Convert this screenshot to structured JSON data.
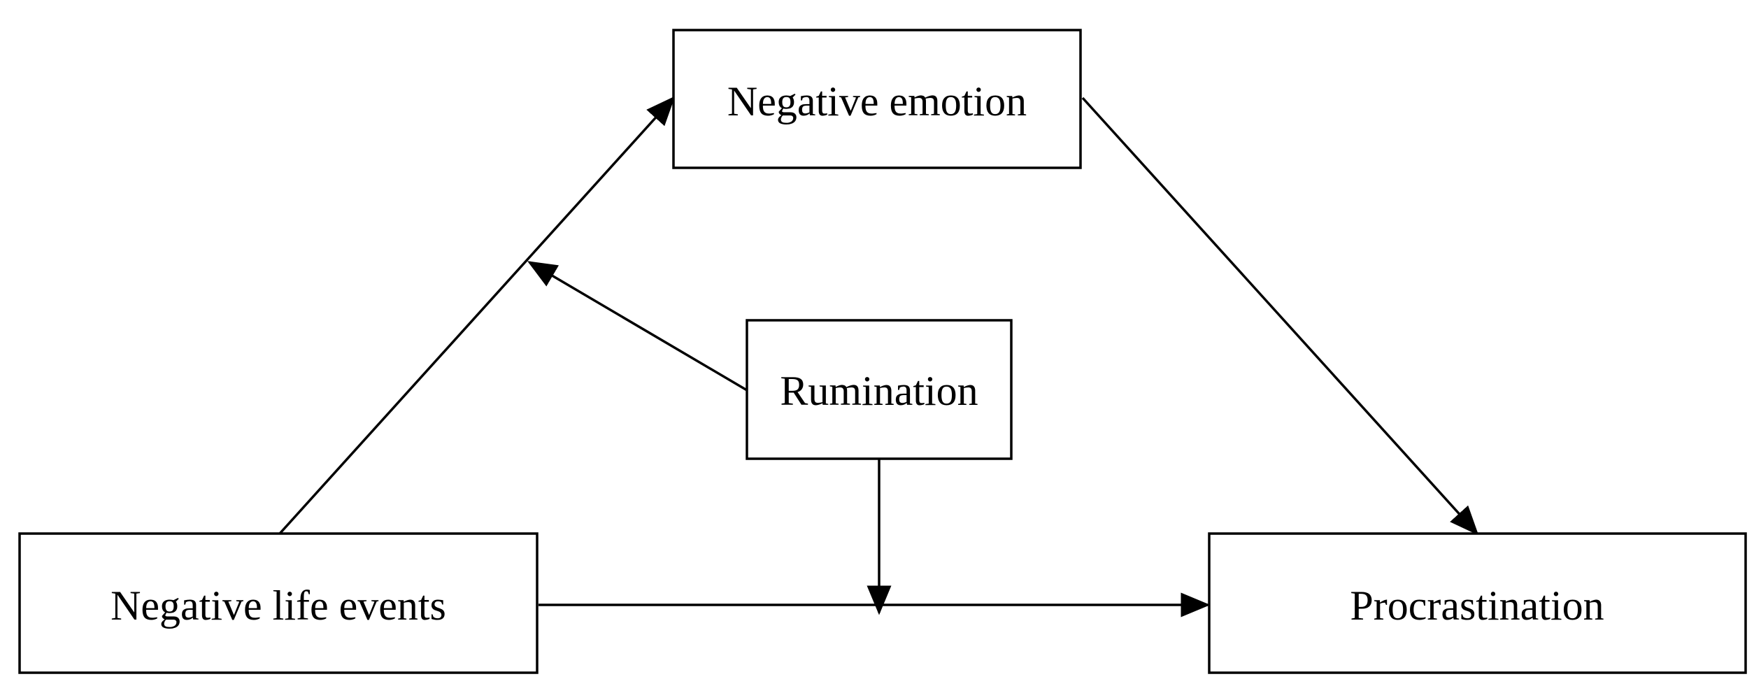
{
  "diagram": {
    "nodes": {
      "negative_emotion": {
        "label": "Negative emotion"
      },
      "rumination": {
        "label": "Rumination"
      },
      "negative_life_events": {
        "label": "Negative life events"
      },
      "procrastination": {
        "label": "Procrastination"
      }
    },
    "edges": [
      {
        "from": "negative_life_events",
        "to": "negative_emotion",
        "type": "mediation-path"
      },
      {
        "from": "negative_emotion",
        "to": "procrastination",
        "type": "mediation-path"
      },
      {
        "from": "negative_life_events",
        "to": "procrastination",
        "type": "direct-path"
      },
      {
        "from": "rumination",
        "to": "path:negative_life_events->negative_emotion",
        "type": "moderation"
      },
      {
        "from": "rumination",
        "to": "path:negative_life_events->procrastination",
        "type": "moderation"
      }
    ],
    "colors": {
      "stroke": "#000000",
      "background": "#ffffff"
    }
  }
}
